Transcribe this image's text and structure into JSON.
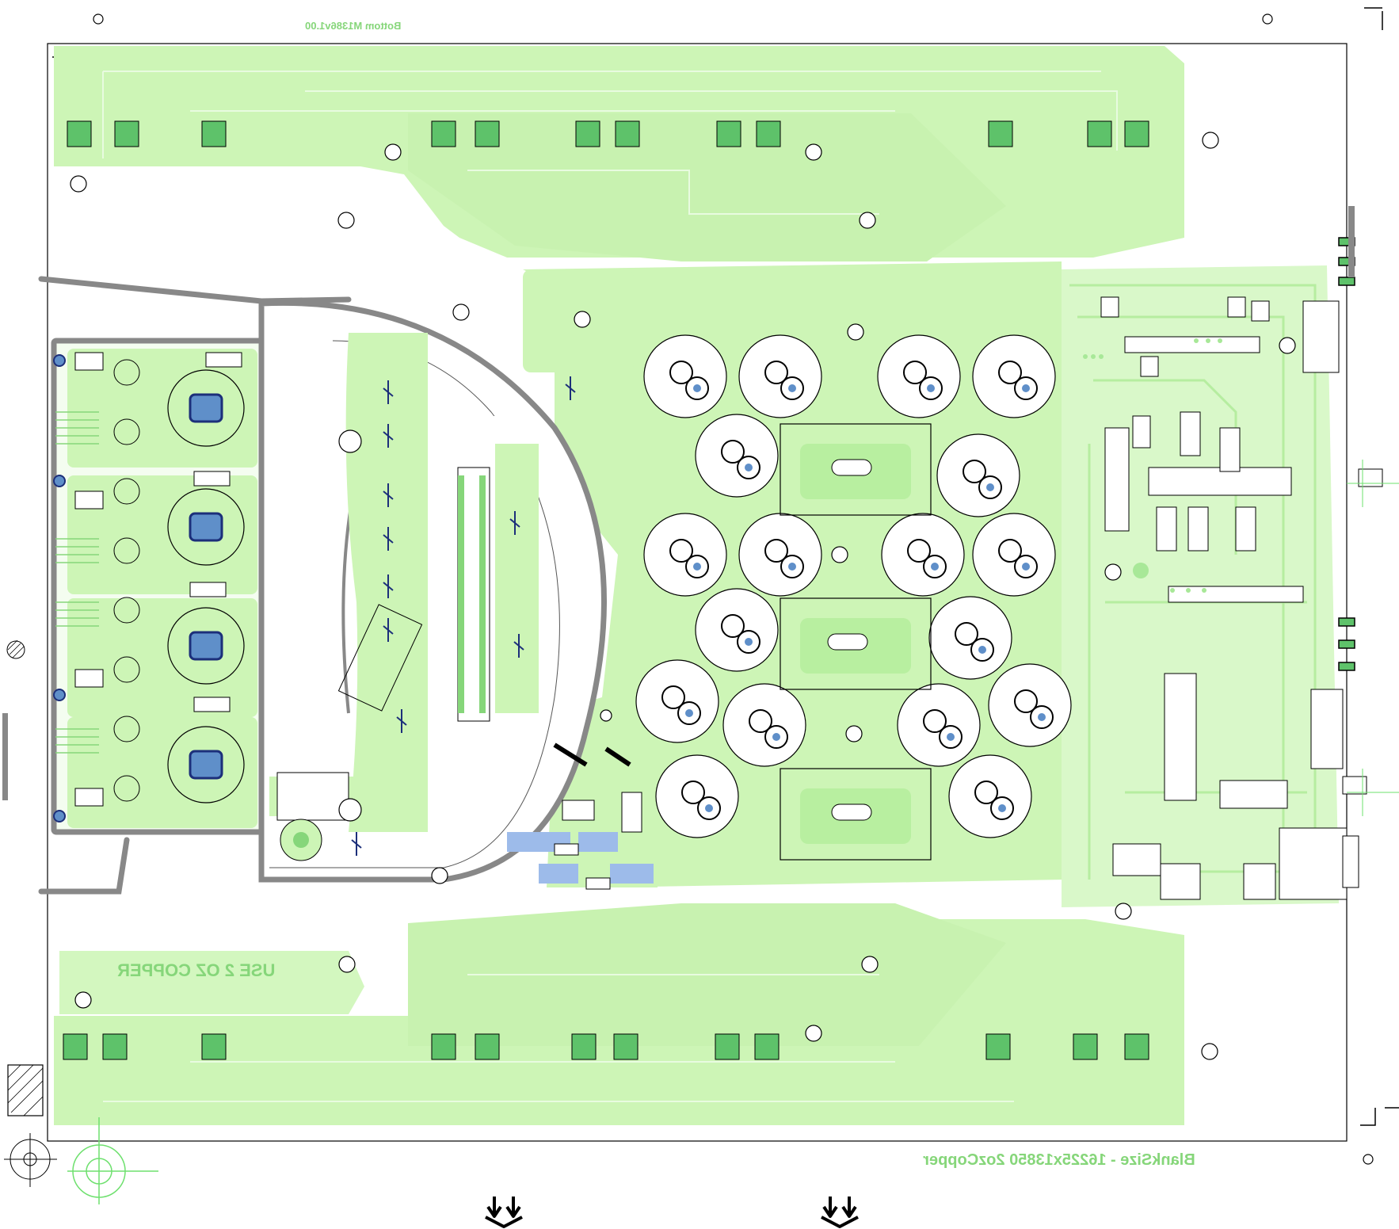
{
  "board": {
    "top_label": "Bottom M1386v1.00",
    "copper_note": "USE 2 OZ COPPER",
    "blank_size": "BlankSize - 16225x13850 2ozCopper"
  },
  "colors": {
    "copper": "#cdf5b6",
    "copper_dark": "#a9ea8c",
    "pad_fill": "#5ec26a",
    "pad_blue": "#5f8fc9",
    "highlight_blue": "#9dbbea",
    "outline": "#000000",
    "keepout": "#888888",
    "silk": "#86d67a"
  },
  "icons": {
    "direction_arrows": "double-down-arrow-icon",
    "mount_holes": "circle-hole-icon",
    "fiducials": "crosshair-target-icon"
  }
}
